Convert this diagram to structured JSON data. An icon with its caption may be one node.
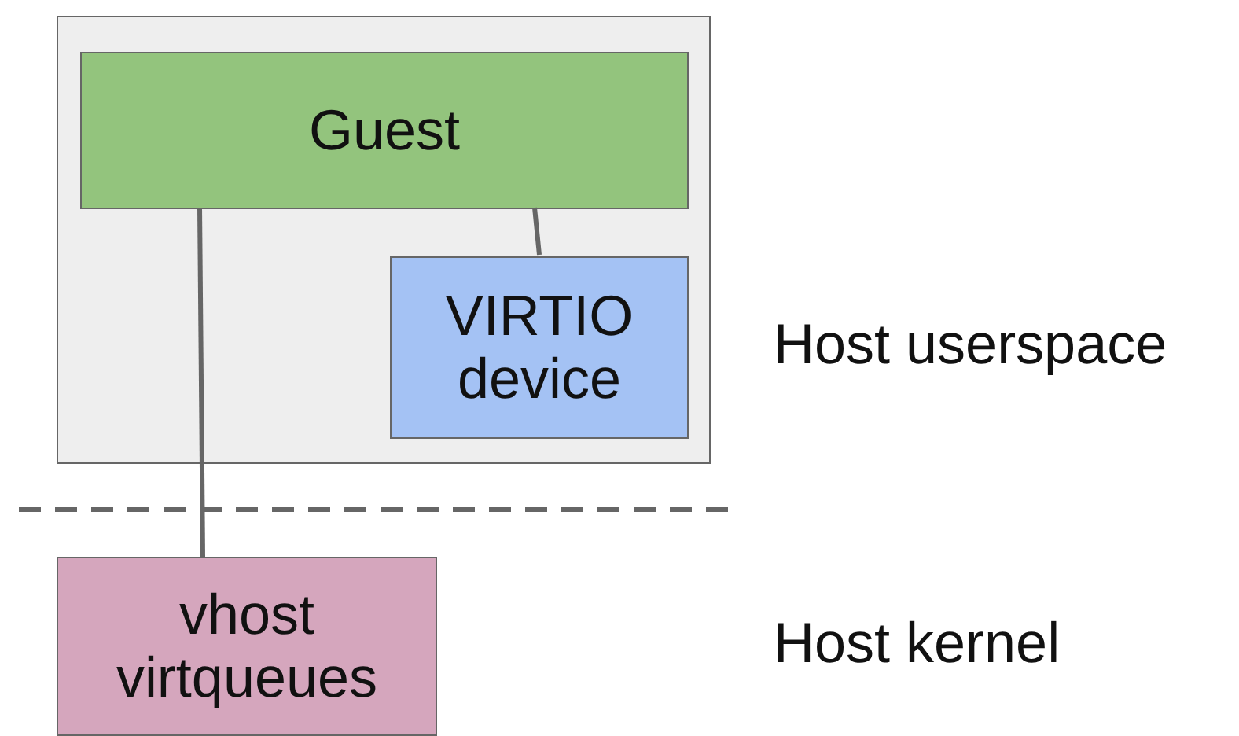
{
  "diagram": {
    "nodes": [
      {
        "text": [],
        "shape": "box"
      },
      {
        "text": [
          "Guest"
        ],
        "in": 0
      },
      {
        "text": [
          "VIRTIO device"
        ],
        "in": 0
      },
      {
        "text": [
          "vhost virtqueues"
        ]
      }
    ],
    "edges": [
      {
        "from": 1,
        "to": 3,
        "arrow": "none"
      },
      {
        "from": 1,
        "to": 2,
        "arrow": "none"
      }
    ],
    "labels": [
      "Host userspace",
      "Host kernel"
    ]
  }
}
